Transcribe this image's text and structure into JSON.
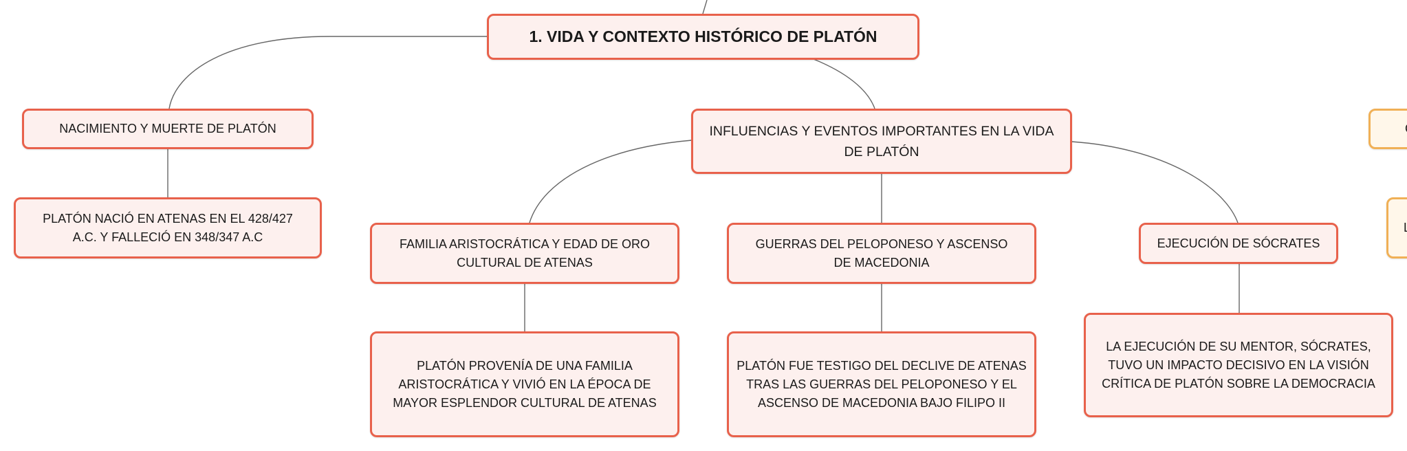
{
  "colors": {
    "border_primary": "#e8614b",
    "border_secondary": "#f0b056",
    "fill_primary": "#fdf0ee",
    "connector": "#666666"
  },
  "nodes": {
    "root": "1. VIDA Y CONTEXTO HISTÓRICO DE PLATÓN",
    "birth_death": "NACIMIENTO Y MUERTE DE PLATÓN",
    "birth_death_detail": "PLATÓN NACIÓ EN ATENAS EN EL 428/427 A.C. Y FALLECIÓ EN 348/347 A.C",
    "influences": "INFLUENCIAS Y EVENTOS IMPORTANTES EN LA VIDA DE PLATÓN",
    "family": "FAMILIA ARISTOCRÁTICA Y EDAD DE ORO CULTURAL DE ATENAS",
    "family_detail": "PLATÓN PROVENÍA DE UNA FAMILIA ARISTOCRÁTICA Y VIVIÓ EN LA ÉPOCA DE MAYOR ESPLENDOR CULTURAL DE ATENAS",
    "wars": "GUERRAS DEL PELOPONESO Y ASCENSO DE MACEDONIA",
    "wars_detail": "PLATÓN FUE TESTIGO DEL DECLIVE DE ATENAS TRAS LAS GUERRAS DEL PELOPONESO Y EL ASCENSO DE MACEDONIA BAJO FILIPO II",
    "socrates": "EJECUCIÓN DE SÓCRATES",
    "socrates_detail": "LA EJECUCIÓN DE SU MENTOR, SÓCRATES, TUVO UN IMPACTO DECISIVO EN LA VISIÓN CRÍTICA DE PLATÓN SOBRE LA DEMOCRACIA",
    "partial_right_top": "C",
    "partial_right_bottom": "L"
  }
}
